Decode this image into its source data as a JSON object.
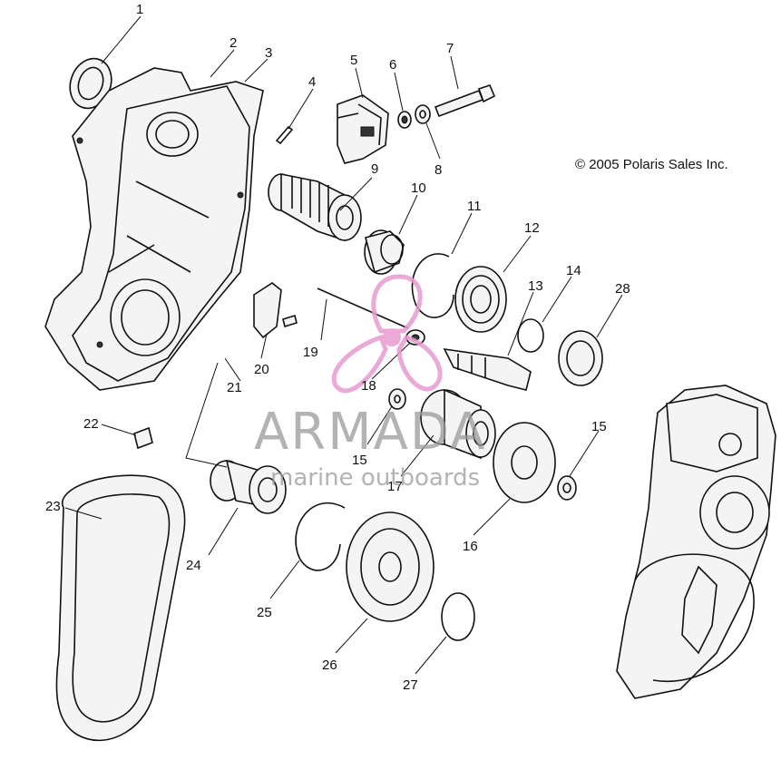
{
  "copyright": "© 2005 Polaris Sales Inc.",
  "watermark": {
    "brand": "ARMADA",
    "tagline": "marine outboards",
    "logo_color": "#e79bd0",
    "text_color": "#9a9a9a"
  },
  "callouts": [
    "1",
    "2",
    "3",
    "4",
    "5",
    "6",
    "7",
    "8",
    "9",
    "10",
    "11",
    "12",
    "13",
    "14",
    "28",
    "19",
    "18",
    "20",
    "21",
    "22",
    "15",
    "17",
    "16",
    "15",
    "23",
    "24",
    "25",
    "26",
    "27"
  ]
}
